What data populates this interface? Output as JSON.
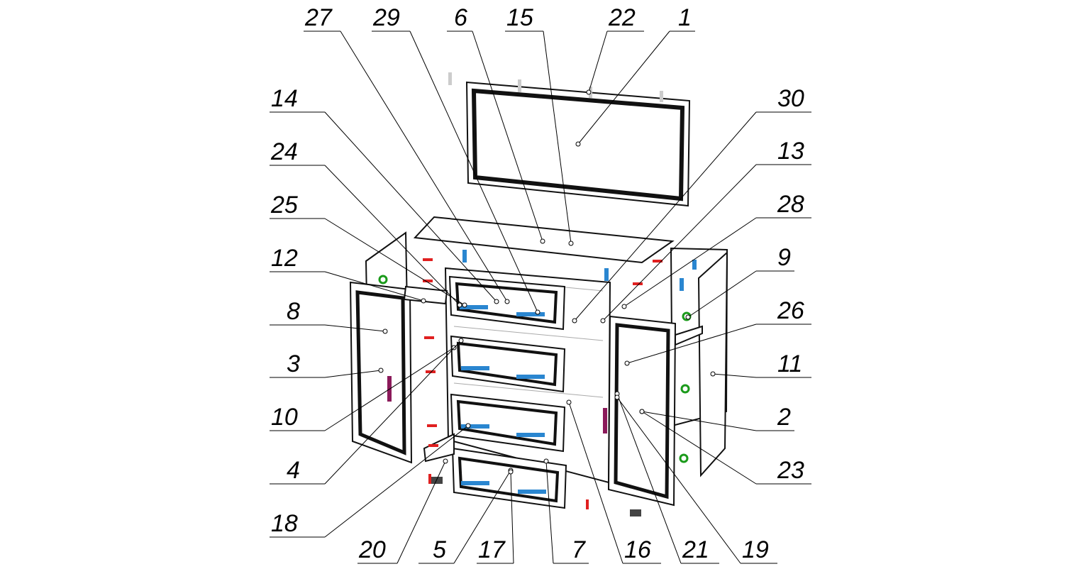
{
  "diagram": {
    "type": "exploded-assembly",
    "callouts": [
      "27",
      "29",
      "6",
      "15",
      "22",
      "1",
      "14",
      "24",
      "25",
      "12",
      "8",
      "3",
      "10",
      "4",
      "18",
      "30",
      "13",
      "28",
      "9",
      "26",
      "11",
      "2",
      "23",
      "20",
      "5",
      "17",
      "7",
      "16",
      "21",
      "19"
    ],
    "colors": {
      "hardware_blue": "#2a86d0",
      "hardware_red": "#e02020",
      "hardware_green": "#1a9a1a",
      "handle_purple": "#8b1a5a"
    }
  }
}
